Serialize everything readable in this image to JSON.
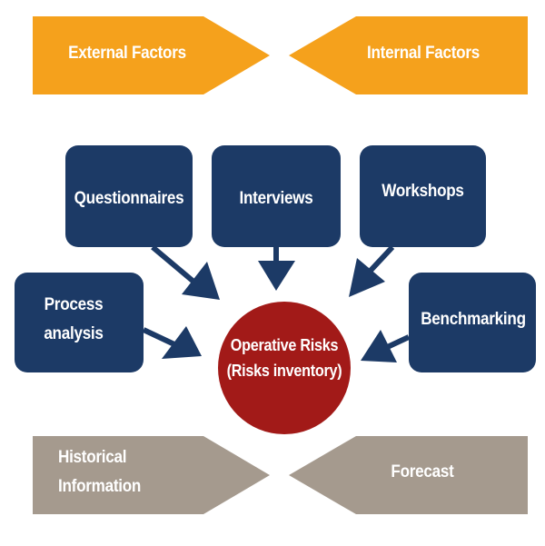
{
  "colors": {
    "factor_arrow": "#f5a11c",
    "info_arrow": "#a59a8e",
    "method_box": "#1c3a66",
    "center_circle": "#a21a18",
    "text": "#ffffff"
  },
  "top_arrows": {
    "external": "External Factors",
    "internal": "Internal Factors"
  },
  "methods": {
    "questionnaires": "Questionnaires",
    "interviews": "Interviews",
    "workshops": "Workshops",
    "process_analysis_line1": "Process",
    "process_analysis_line2": "analysis",
    "benchmarking": "Benchmarking"
  },
  "center": {
    "line1": "Operative Risks",
    "line2": "(Risks inventory)"
  },
  "bottom_arrows": {
    "historical_line1": "Historical",
    "historical_line2": "Information",
    "forecast": "Forecast"
  }
}
